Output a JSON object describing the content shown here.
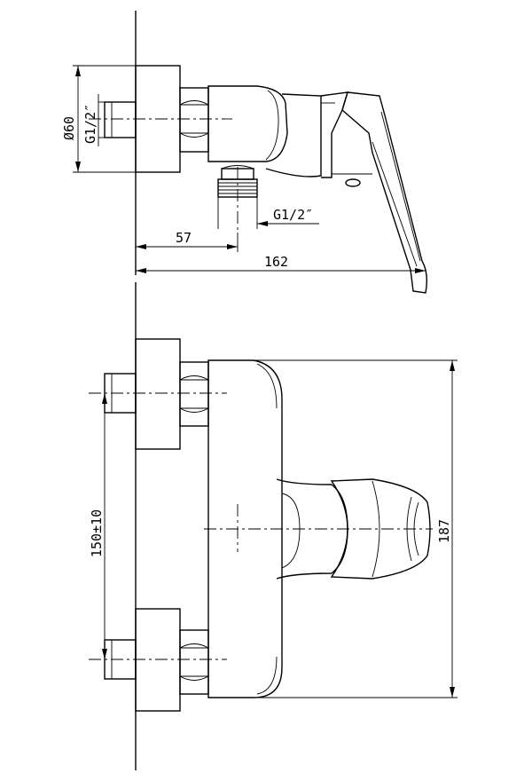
{
  "dimensions": {
    "diameter_flange": "Ø60",
    "thread_inlet_side": "G1/2″",
    "thread_outlet": "G1/2″",
    "offset_outlet": "57",
    "overall_depth": "162",
    "inlet_spacing": "150±10",
    "overall_height": "187"
  }
}
